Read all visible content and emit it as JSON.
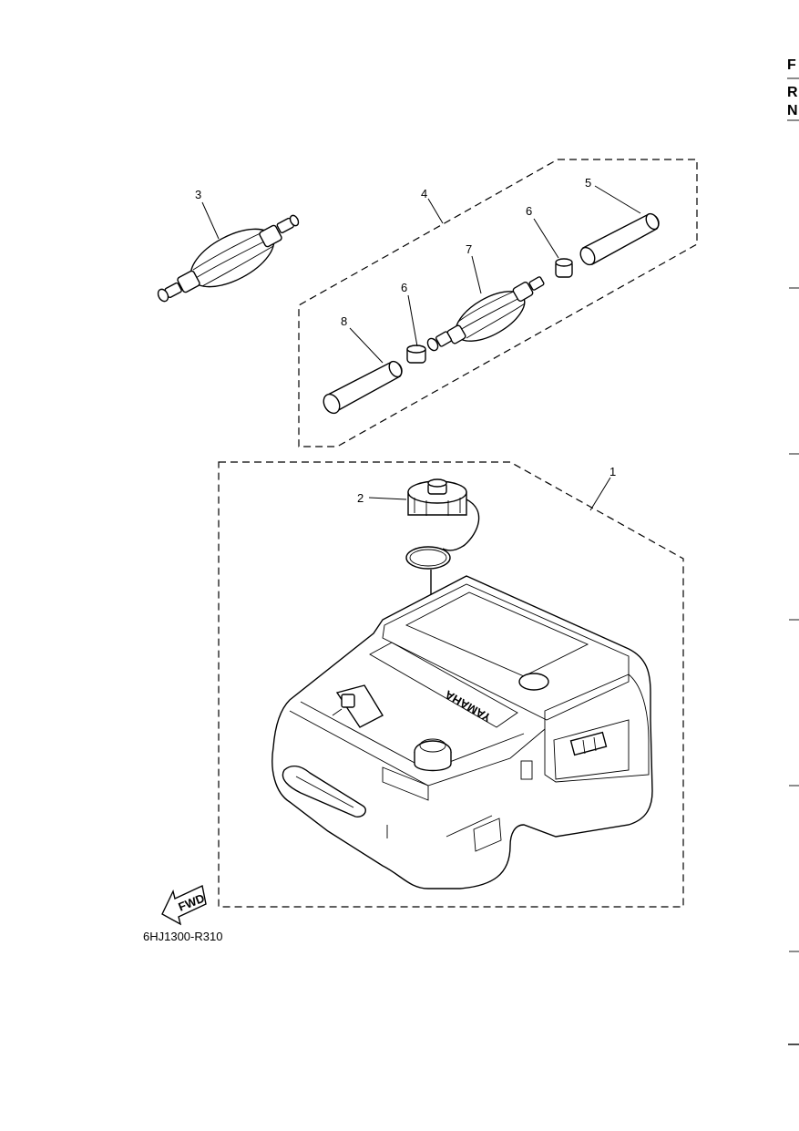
{
  "diagram_code": "6HJ1300-R310",
  "fwd_label": "FWD",
  "tank_brand": "YAMAHA",
  "edge_letters": [
    "F",
    "R",
    "N"
  ],
  "callouts": [
    {
      "id": "c1",
      "label": "1"
    },
    {
      "id": "c2",
      "label": "2"
    },
    {
      "id": "c3",
      "label": "3"
    },
    {
      "id": "c4",
      "label": "4"
    },
    {
      "id": "c5",
      "label": "5"
    },
    {
      "id": "c6a",
      "label": "6"
    },
    {
      "id": "c6b",
      "label": "6"
    },
    {
      "id": "c7",
      "label": "7"
    },
    {
      "id": "c8",
      "label": "8"
    }
  ]
}
